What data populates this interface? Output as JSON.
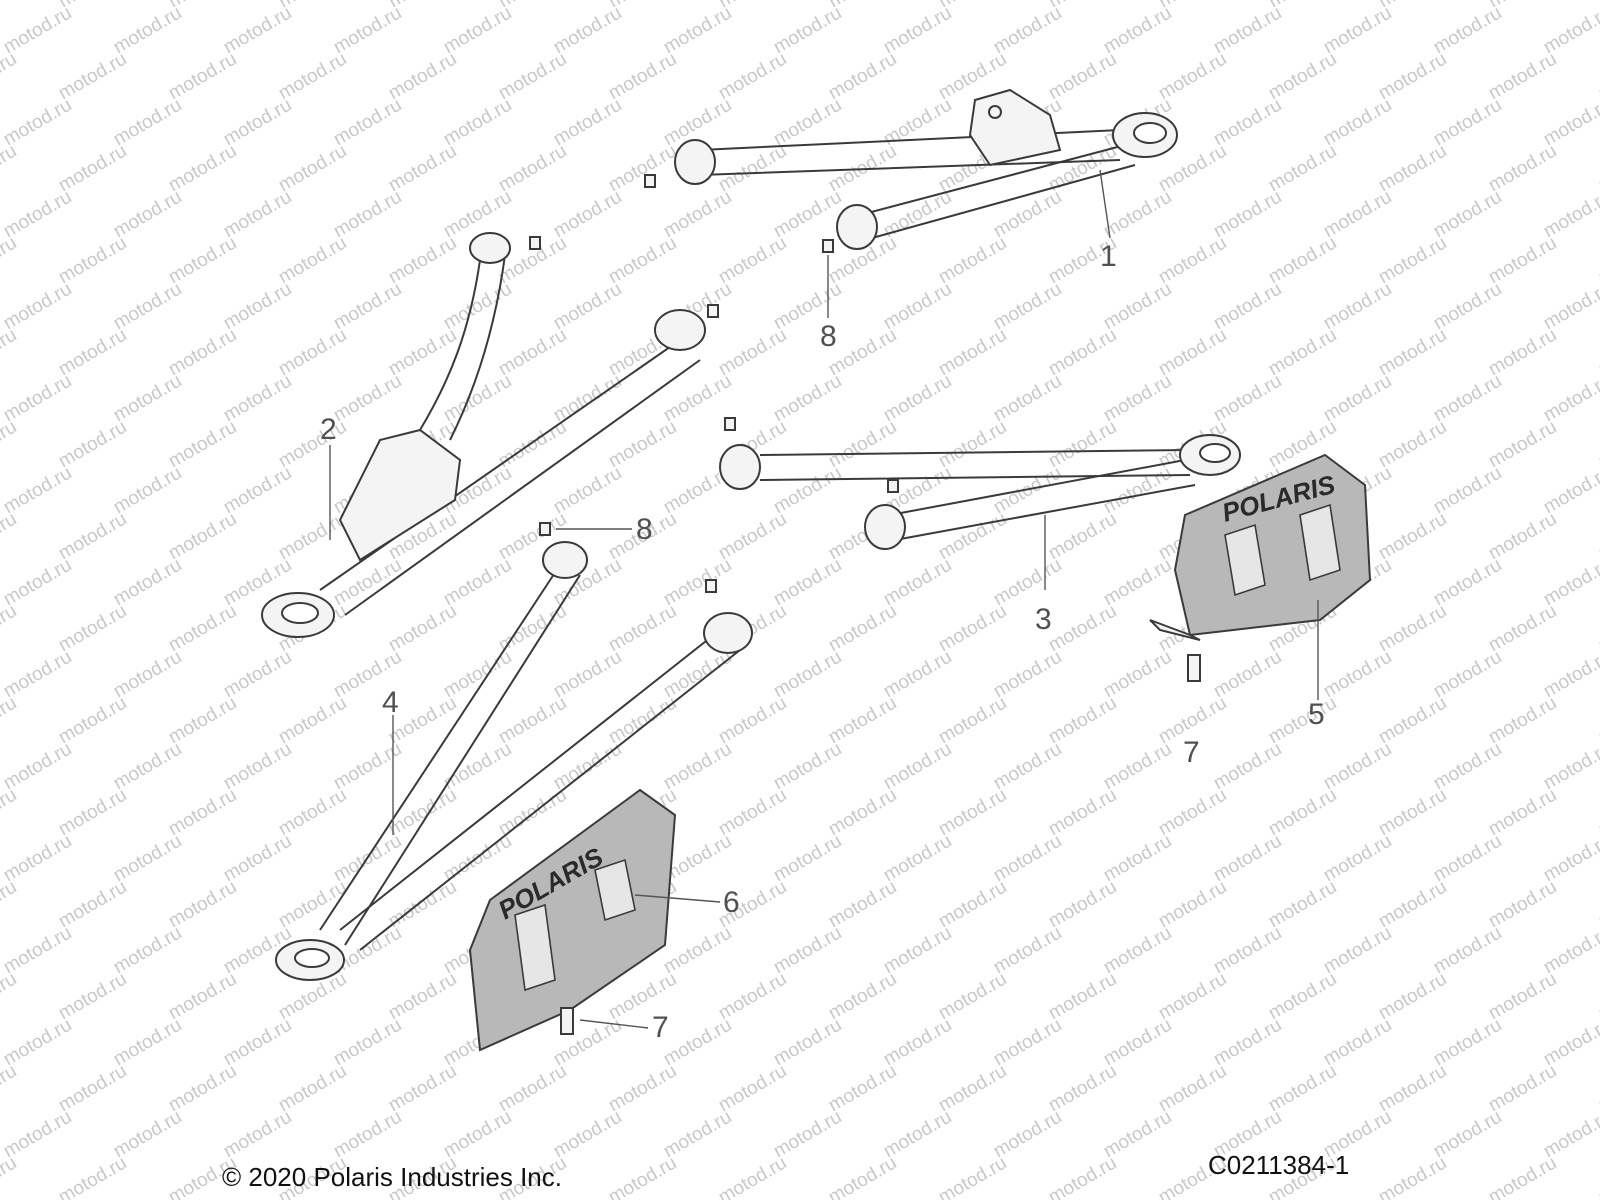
{
  "diagram": {
    "watermark_text": "motod.ru",
    "callouts": [
      {
        "id": "callout-1",
        "label": "1"
      },
      {
        "id": "callout-2",
        "label": "2"
      },
      {
        "id": "callout-3",
        "label": "3"
      },
      {
        "id": "callout-4",
        "label": "4"
      },
      {
        "id": "callout-5",
        "label": "5"
      },
      {
        "id": "callout-6",
        "label": "6"
      },
      {
        "id": "callout-7a",
        "label": "7"
      },
      {
        "id": "callout-7b",
        "label": "7"
      },
      {
        "id": "callout-8a",
        "label": "8"
      },
      {
        "id": "callout-8b",
        "label": "8"
      }
    ],
    "logo_text": "POLARIS",
    "copyright": "© 2020 Polaris Industries Inc.",
    "drawing_number": "C0211384-1"
  },
  "colors": {
    "background": "#ffffff",
    "line": "#3a3a3a",
    "plate": "#b8b8b8",
    "watermark": "#c8c8c8"
  }
}
